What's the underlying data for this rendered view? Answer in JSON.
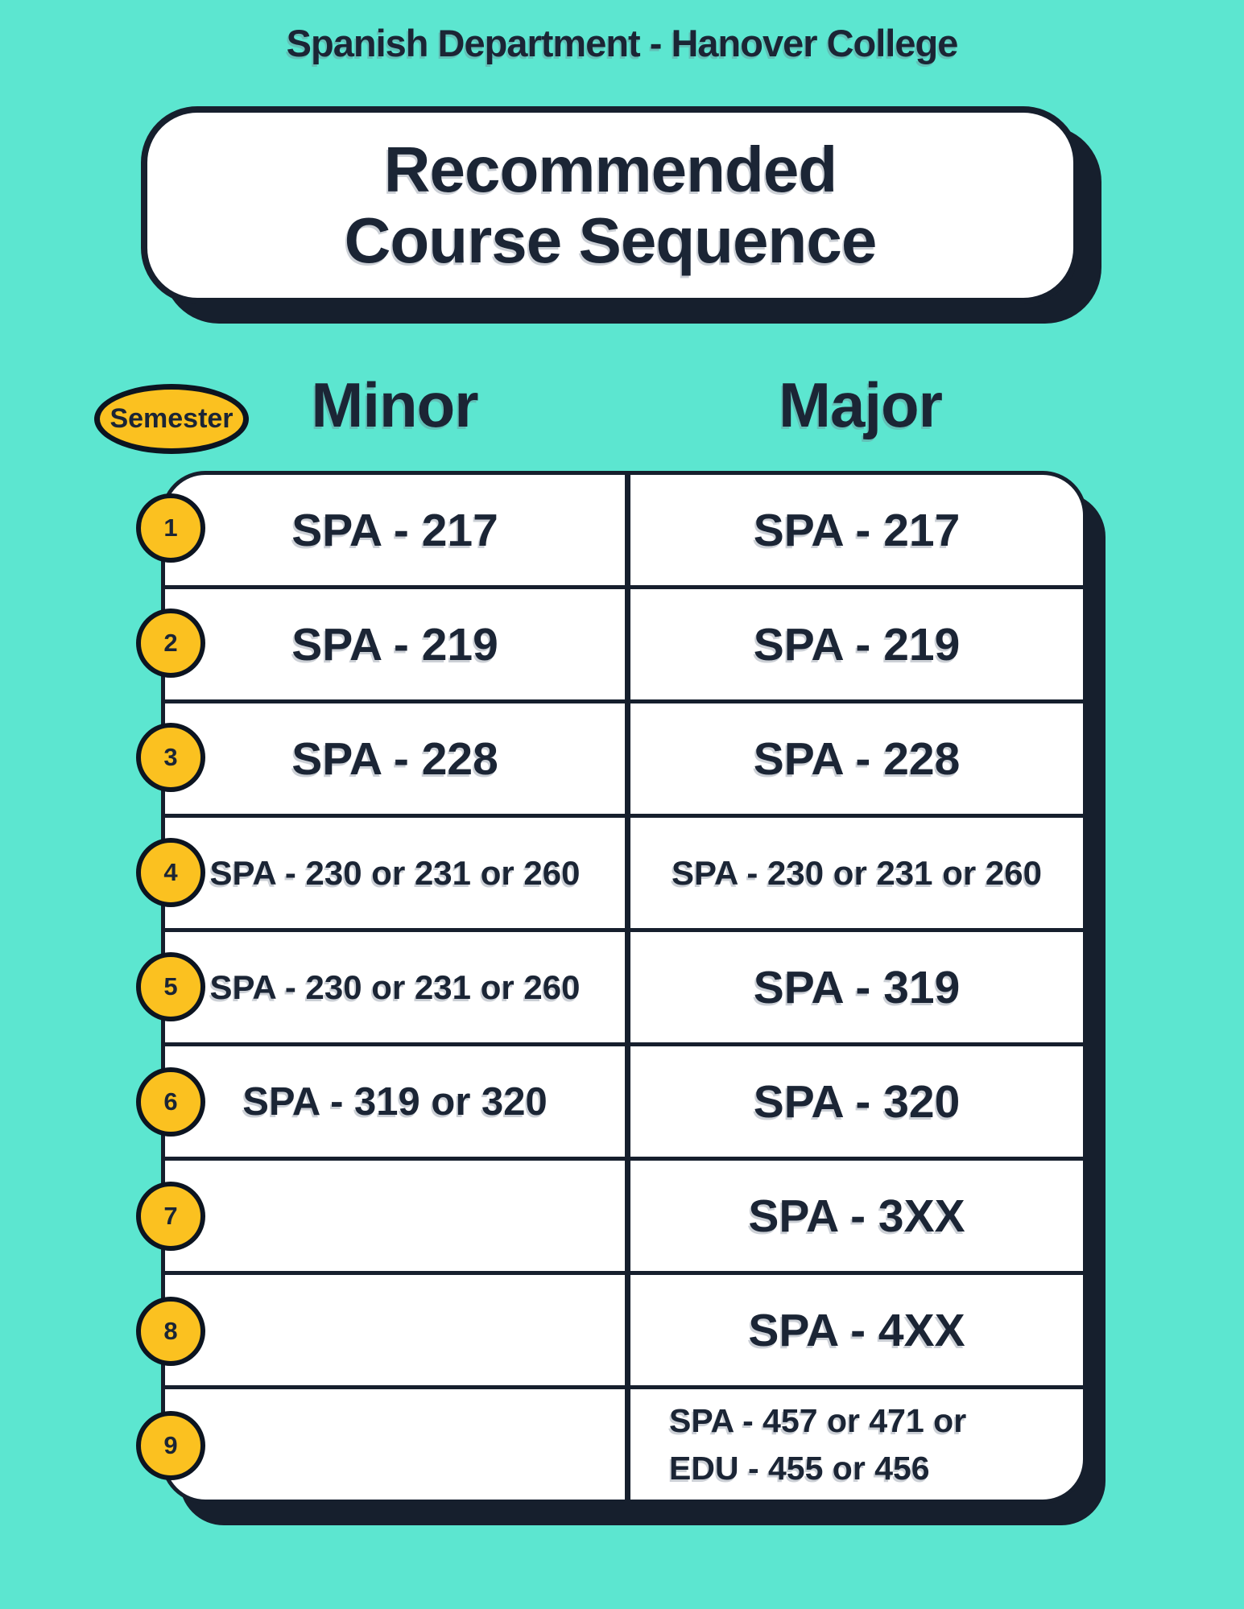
{
  "page_title": "Spanish Department - Hanover College",
  "title_box": {
    "line1": "Recommended",
    "line2": "Course Sequence"
  },
  "semester_badge_label": "Semester",
  "columns": {
    "minor": "Minor",
    "major": "Major"
  },
  "rows": [
    {
      "semester": "1",
      "minor": "SPA - 217",
      "major": "SPA - 217"
    },
    {
      "semester": "2",
      "minor": "SPA - 219",
      "major": "SPA - 219"
    },
    {
      "semester": "3",
      "minor": "SPA - 228",
      "major": "SPA - 228"
    },
    {
      "semester": "4",
      "minor": "SPA - 230 or 231 or 260",
      "major": "SPA - 230 or 231 or 260"
    },
    {
      "semester": "5",
      "minor": "SPA - 230 or 231 or 260",
      "major": "SPA - 319"
    },
    {
      "semester": "6",
      "minor": "SPA - 319 or 320",
      "major": "SPA - 320"
    },
    {
      "semester": "7",
      "minor": "",
      "major": "SPA - 3XX"
    },
    {
      "semester": "8",
      "minor": "",
      "major": "SPA - 4XX"
    },
    {
      "semester": "9",
      "minor": "",
      "major": "SPA - 457 or 471 or\nEDU - 455 or 456"
    }
  ],
  "colors": {
    "background": "#5CE6D0",
    "ink": "#161F2D",
    "text": "#1B2535",
    "badge_yellow": "#FBC120",
    "card_white": "#FFFFFF"
  }
}
